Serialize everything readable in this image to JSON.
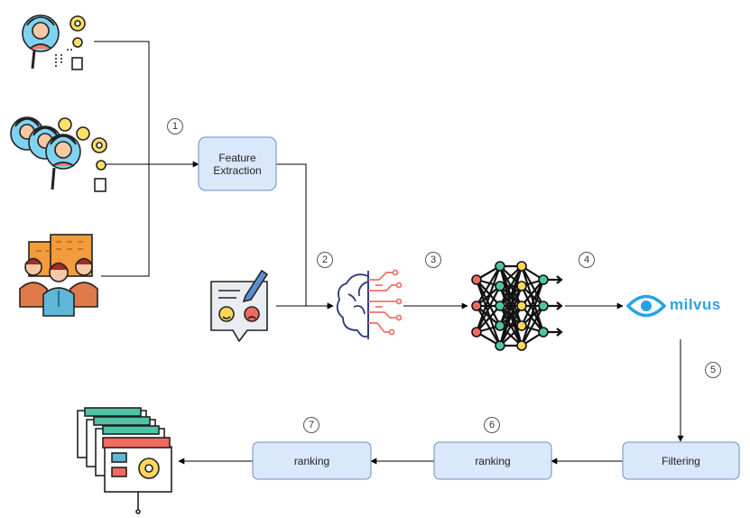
{
  "nodes": {
    "feature_extraction": "Feature\nExtraction",
    "filtering": "Filtering",
    "ranking_a": "ranking",
    "ranking_b": "ranking"
  },
  "steps": [
    "1",
    "2",
    "3",
    "4",
    "5",
    "6",
    "7"
  ],
  "logo": {
    "text": "milvus"
  },
  "icons": [
    "single-user-search-icon",
    "user-group-search-icon",
    "team-building-icon",
    "feedback-rating-icon",
    "brain-ai-icon",
    "neural-network-icon",
    "milvus-eye-logo-icon",
    "presentation-slides-icon"
  ],
  "colors": {
    "node_fill": "#dae8fc",
    "node_stroke": "#6c8ebf",
    "edge": "#000000",
    "milvus": "#27a3e4"
  }
}
